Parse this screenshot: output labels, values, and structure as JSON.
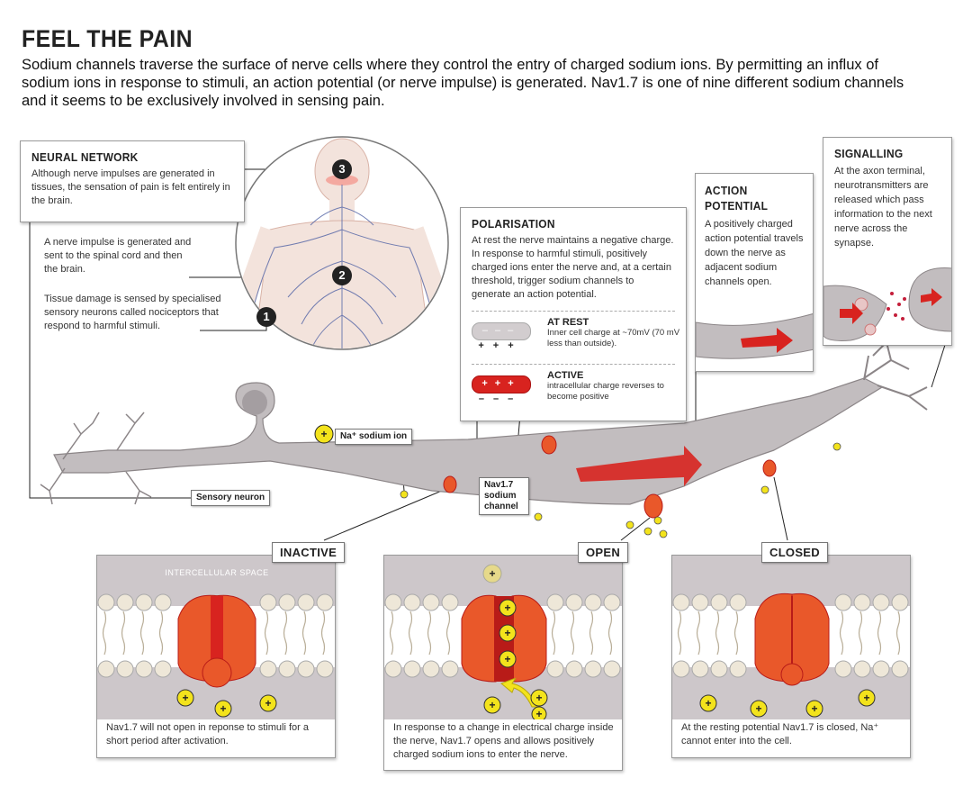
{
  "title": "FEEL THE PAIN",
  "intro": "Sodium channels traverse the surface of nerve cells where they control the entry of charged sodium ions. By permitting an influx of sodium ions in response to stimuli, an action potential (or nerve impulse) is generated. Nav1.7 is one of nine different sodium channels and it seems to be exclusively involved in sensing pain.",
  "neural_network": {
    "heading": "NEURAL NETWORK",
    "text": "Although nerve impulses are generated in tissues, the sensation of pain is felt entirely in the brain."
  },
  "notes": {
    "impulse": "A nerve impulse is generated and sent to the spinal cord and then the brain.",
    "tissue": "Tissue damage is sensed by specialised sensory neurons called nociceptors that respond to harmful stimuli."
  },
  "markers": [
    "1",
    "2",
    "3"
  ],
  "polarisation": {
    "heading": "POLARISATION",
    "text": "At rest the nerve maintains a negative charge. In response to harmful stimuli, positively charged ions enter the nerve and, at a certain threshold, trigger sodium channels to generate an action potential.",
    "at_rest_label": "AT REST",
    "at_rest_text": "Inner cell charge at ~70mV (70 mV less than outside).",
    "active_label": "ACTIVE",
    "active_text": "intracellular charge reverses to become positive",
    "minus": "–",
    "plus": "+"
  },
  "action_potential": {
    "heading": "ACTION POTENTIAL",
    "text": "A positively charged action potential travels down the nerve as adjacent sodium channels open."
  },
  "signalling": {
    "heading": "SIGNALLING",
    "text": "At the axon terminal, neurotransmitters are released which pass information to the next nerve across the synapse."
  },
  "labels": {
    "sodium_ion": "Na⁺ sodium ion",
    "sensory_neuron": "Sensory neuron",
    "nav_channel": "Nav1.7 sodium channel",
    "intercellular": "INTERCELLULAR SPACE"
  },
  "panels": {
    "inactive": {
      "tag": "INACTIVE",
      "caption": "Nav1.7 will not open in reponse to stimuli for a short period after activation."
    },
    "open": {
      "tag": "OPEN",
      "caption": "In response to a change in electrical charge inside the nerve, Nav1.7 opens and allows positively charged sodium ions to enter the nerve."
    },
    "closed": {
      "tag": "CLOSED",
      "caption": "At the resting potential Nav1.7 is closed, Na⁺ cannot enter into the cell."
    }
  },
  "colors": {
    "channel_red": "#d8231f",
    "channel_orange": "#e9582a",
    "neuron_gray": "#b9b4b7",
    "ion_yellow": "#f3e31c",
    "membrane_gray": "#cdc7ca"
  }
}
